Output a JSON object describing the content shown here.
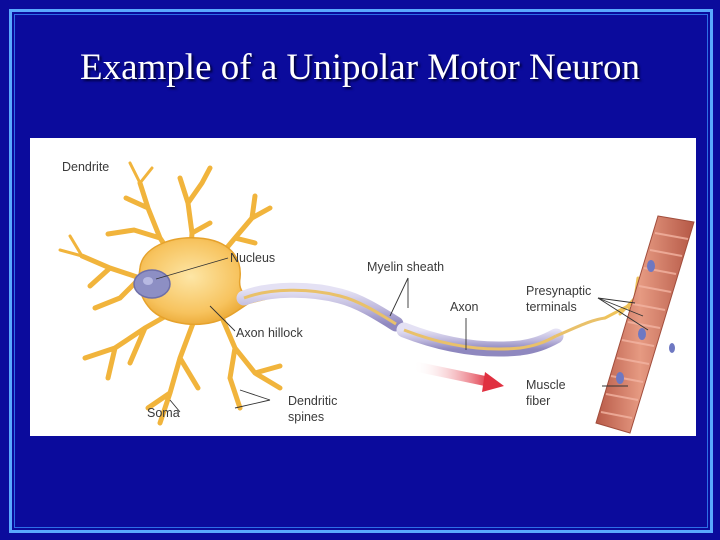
{
  "slide": {
    "title": "Example of a Unipolar Motor Neuron"
  },
  "diagram": {
    "labels": {
      "dendrite": "Dendrite",
      "nucleus": "Nucleus",
      "myelin_sheath": "Myelin sheath",
      "axon": "Axon",
      "axon_hillock": "Axon hillock",
      "presynaptic_line1": "Presynaptic",
      "presynaptic_line2": "terminals",
      "muscle_line1": "Muscle",
      "muscle_line2": "fiber",
      "dendritic_line1": "Dendritic",
      "dendritic_line2": "spines",
      "soma": "Soma"
    },
    "colors": {
      "soma": "#f7c35e",
      "dendrite": "#f1b43c",
      "myelin": "#c2bde0",
      "axon_core": "#e9c16a",
      "muscle": "#d8826b",
      "arrow": "#e03040"
    }
  }
}
